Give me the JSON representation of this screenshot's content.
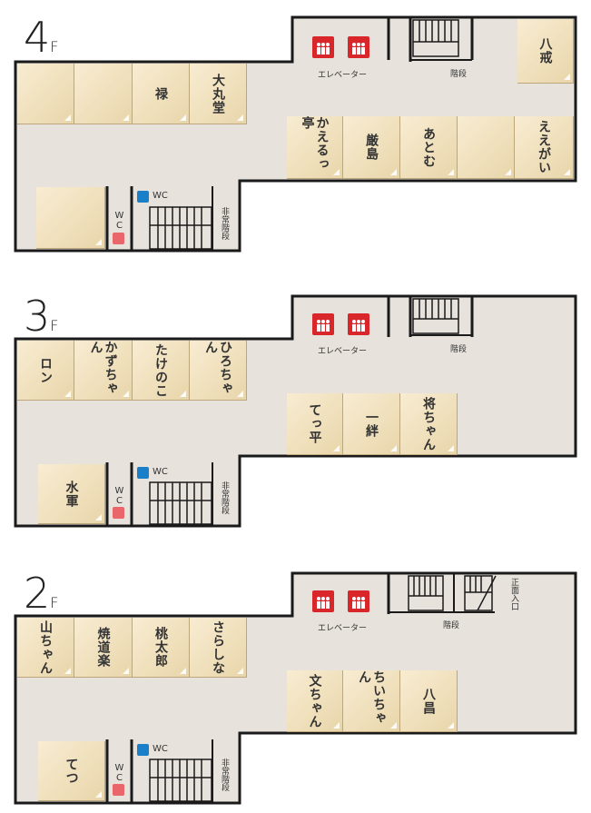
{
  "floors": [
    {
      "label": "4",
      "unit": "F",
      "elevator_label": "エレベーター",
      "stairs_label": "階段",
      "wc_label": "WC",
      "wc_vertical": "WC",
      "emergency_label": "非常階段",
      "shops_top": [
        "",
        "",
        "禄",
        "大丸堂"
      ],
      "shops_right_top": [
        "八戒"
      ],
      "shops_bottom": [
        "かえるっ亭",
        "厳島",
        "あとむ",
        "",
        "ええがい"
      ],
      "shop_lower_left": ""
    },
    {
      "label": "3",
      "unit": "F",
      "elevator_label": "エレベーター",
      "stairs_label": "階段",
      "wc_label": "WC",
      "wc_vertical": "WC",
      "emergency_label": "非常階段",
      "shops_top": [
        "ロン",
        "かずちゃん",
        "たけのこ",
        "ひろちゃん"
      ],
      "shops_bottom": [
        "てっ平",
        "一絆",
        "将ちゃん"
      ],
      "shop_lower_left": "水軍"
    },
    {
      "label": "2",
      "unit": "F",
      "elevator_label": "エレベーター",
      "stairs_label": "階段",
      "wc_label": "WC",
      "wc_vertical": "WC",
      "emergency_label": "非常階段",
      "entrance_label": "正面入口",
      "shops_top": [
        "山ちゃん",
        "焼道楽",
        "桃太郎",
        "さらしな"
      ],
      "shops_bottom": [
        "文ちゃん",
        "ちいちゃん",
        "八昌"
      ],
      "shop_lower_left": "てつ"
    }
  ]
}
